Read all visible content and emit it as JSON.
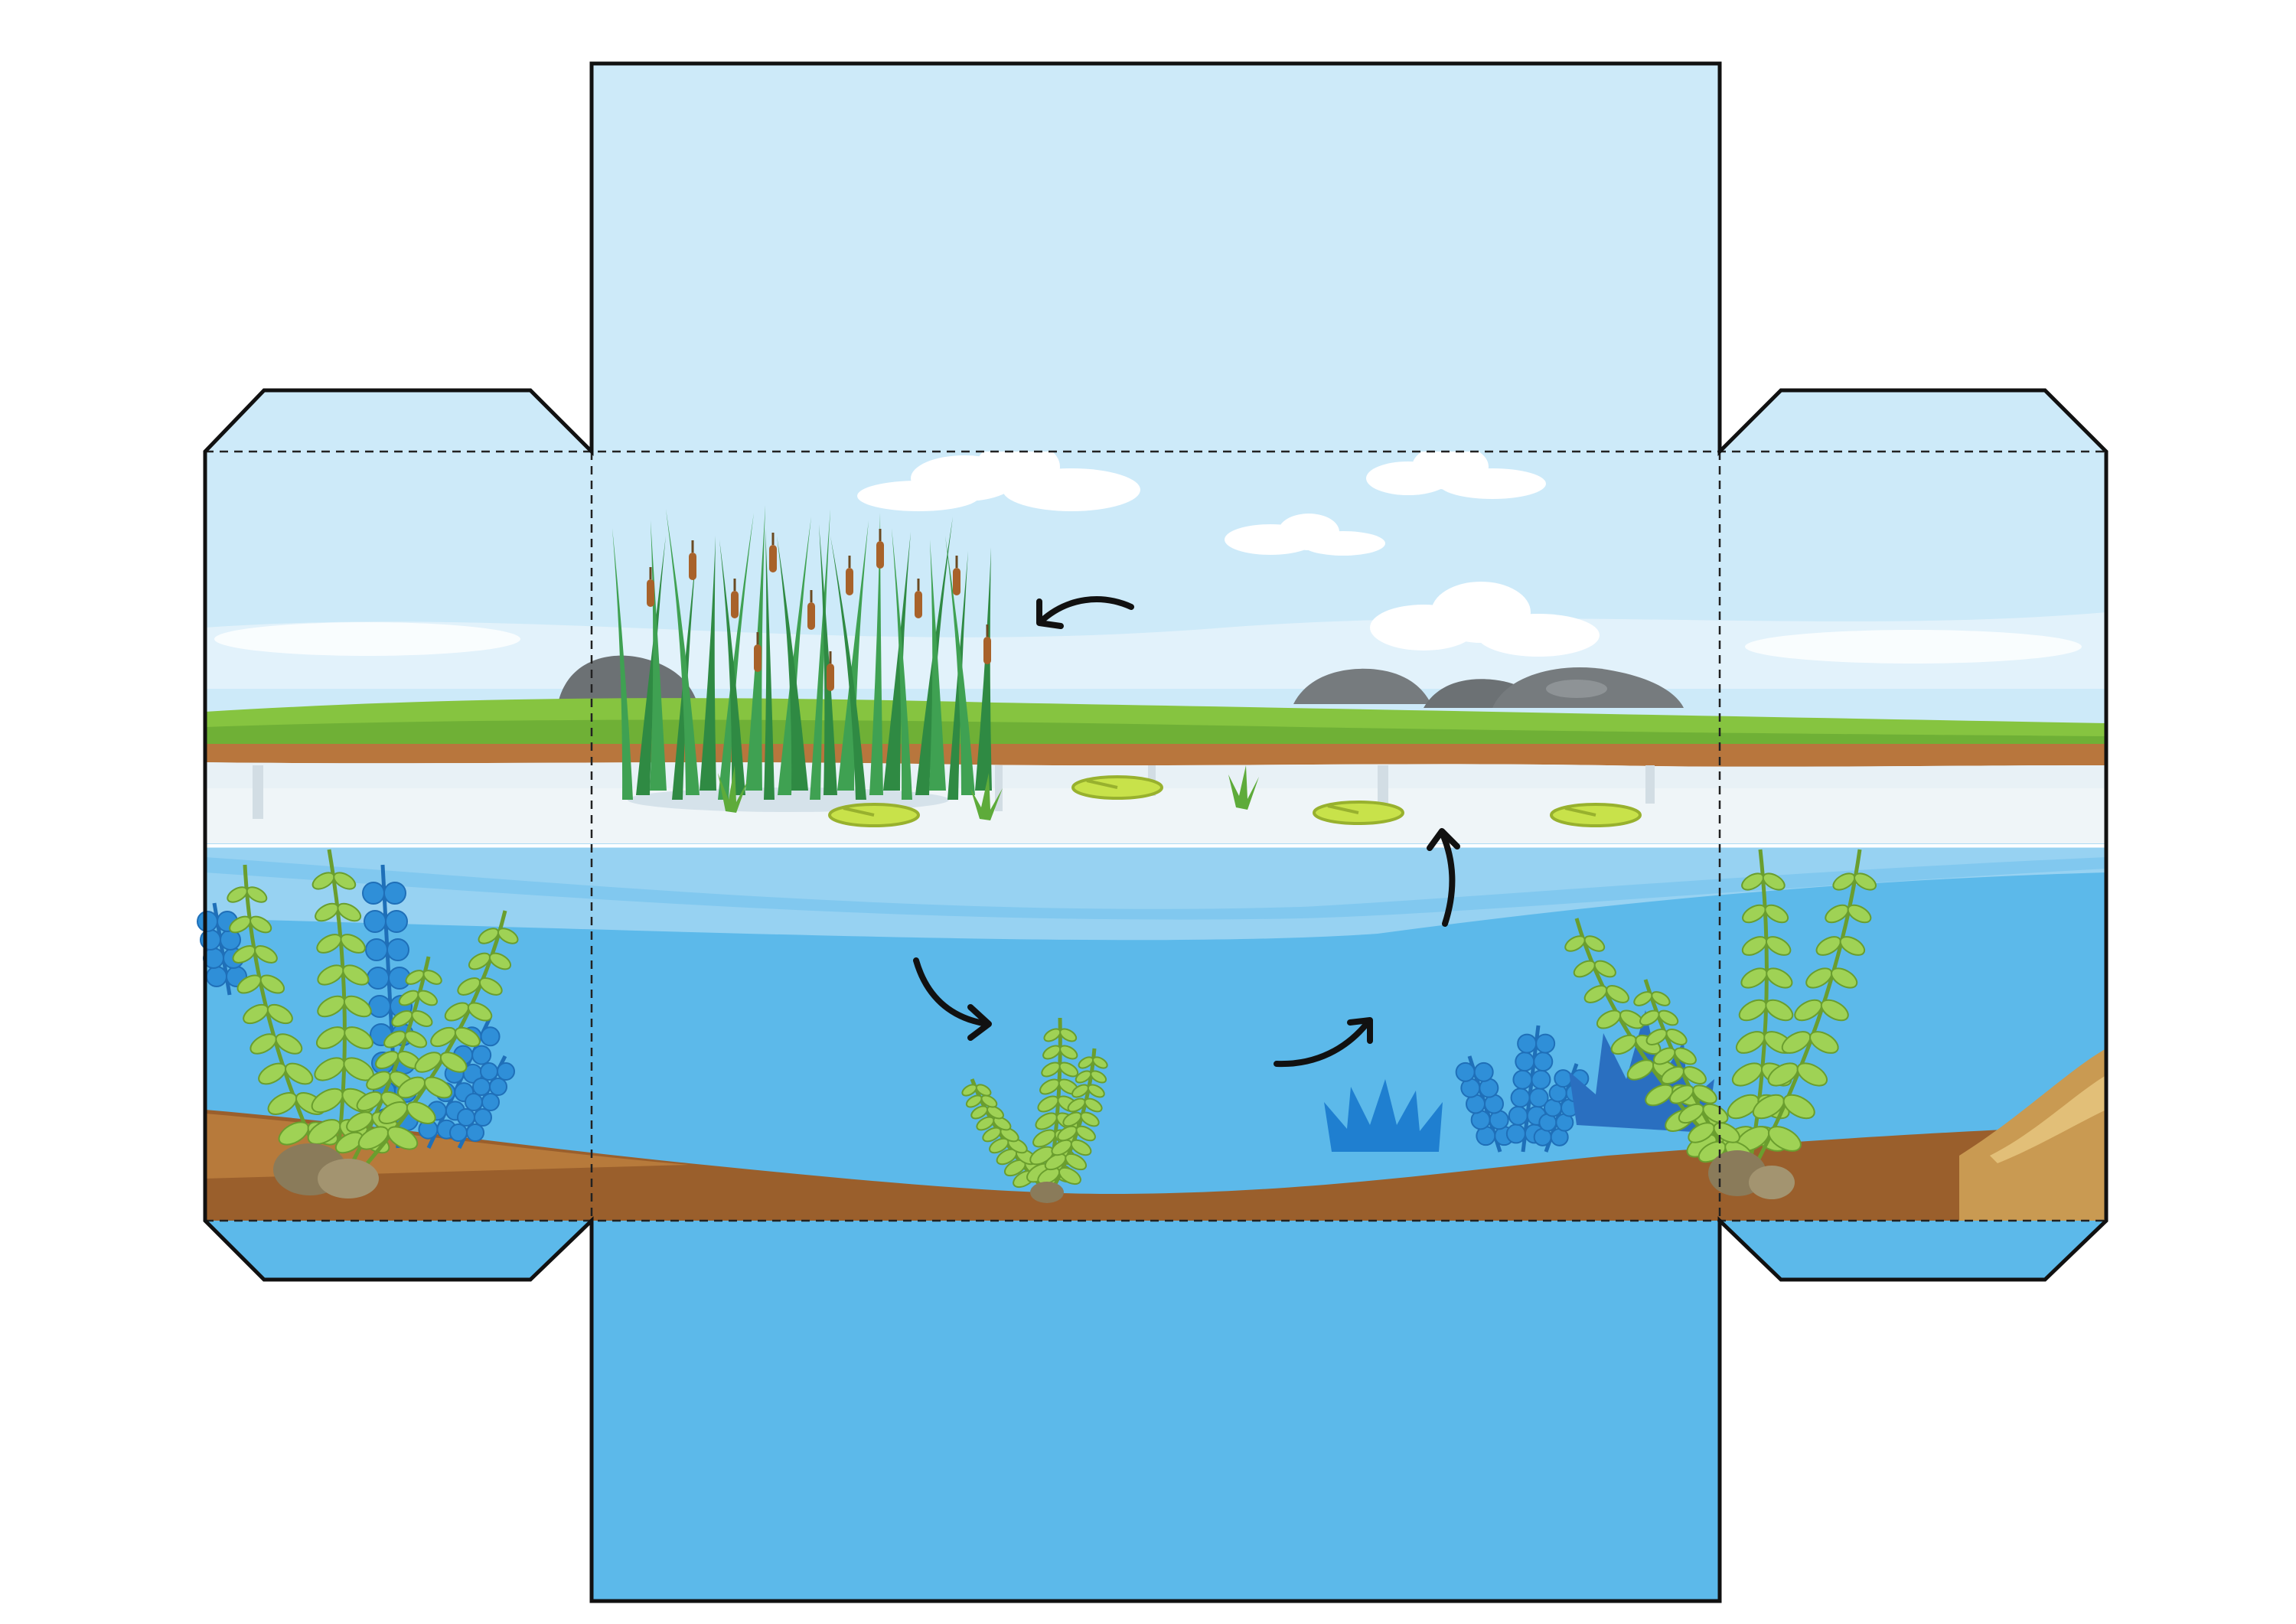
{
  "diagram": {
    "kind": "pond-habitat-box-net",
    "panels": [
      "top-flap",
      "left-side-flap",
      "main-scene",
      "right-side-flap",
      "bottom-panel"
    ],
    "fold_lines": "dashed",
    "scene": {
      "elements": [
        "sky",
        "clouds",
        "grey-rocks",
        "grass-bank",
        "cattail-reeds",
        "lily-pads",
        "pond-surface",
        "underwater",
        "aquatic-plants",
        "blue-coral-plants",
        "pebbles",
        "muddy-bottom"
      ],
      "arrows": [
        "arrow-1",
        "arrow-2",
        "arrow-3",
        "arrow-4"
      ],
      "arrow_direction": "counterclockwise"
    },
    "colors": {
      "sky": "#cdeaf9",
      "water_deep": "#5cb9ea",
      "water_light": "#97d2f2",
      "pond_surface": "#e8f1f6",
      "grass": "#86c440",
      "bank": "#b8763d",
      "mud": "#9a5f2c",
      "reed": "#2f8a43",
      "cattail": "#a8622a",
      "lily_pad": "#c8e24a",
      "plant_leaf": "#9fd255",
      "blue_plant": "#2f8fd8",
      "rock": "#767b7e",
      "outline": "#111111"
    }
  }
}
